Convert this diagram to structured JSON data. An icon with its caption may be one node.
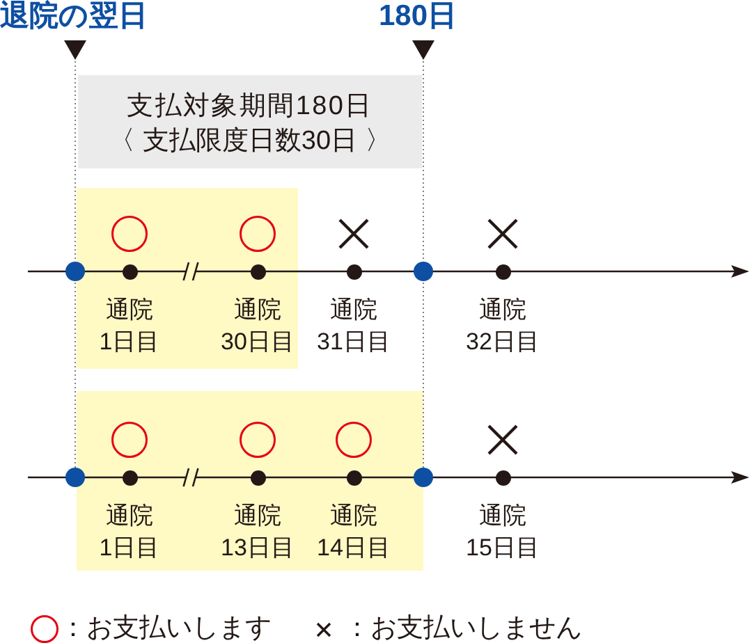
{
  "diagram": {
    "nodes": [
      {
        "text": [
          "支払対象期間180日",
          "〈 支払限度日数30日 〉"
        ]
      },
      {
        "text": [],
        "shape": "circle"
      },
      {
        "text": [],
        "shape": "band"
      },
      {
        "text": [],
        "shape": "circle",
        "in": 2,
        "beside": [
          "通院 1日目"
        ]
      },
      {
        "text": [],
        "shape": "circle",
        "in": 2,
        "beside": [
          "通院 30日目"
        ]
      },
      {
        "text": [],
        "shape": "circle",
        "beside": [
          "通院 31日目"
        ]
      },
      {
        "text": [],
        "shape": "circle"
      },
      {
        "text": [],
        "shape": "circle",
        "beside": [
          "通院 32日目"
        ]
      },
      {
        "text": [],
        "shape": "circle"
      },
      {
        "text": [],
        "shape": "band"
      },
      {
        "text": [],
        "shape": "circle",
        "in": 9,
        "beside": [
          "通院 1日目"
        ]
      },
      {
        "text": [],
        "shape": "circle",
        "in": 9,
        "beside": [
          "通院 13日目"
        ]
      },
      {
        "text": [],
        "shape": "circle",
        "in": 9,
        "beside": [
          "通院 14日目"
        ]
      },
      {
        "text": [],
        "shape": "circle"
      },
      {
        "text": [],
        "shape": "circle",
        "beside": [
          "通院 15日目"
        ]
      }
    ],
    "labels": [
      "退院の翌日",
      "180日"
    ],
    "legend": [
      {
        "text": "：お支払いします"
      },
      {
        "text": "：お支払いしません"
      }
    ]
  }
}
